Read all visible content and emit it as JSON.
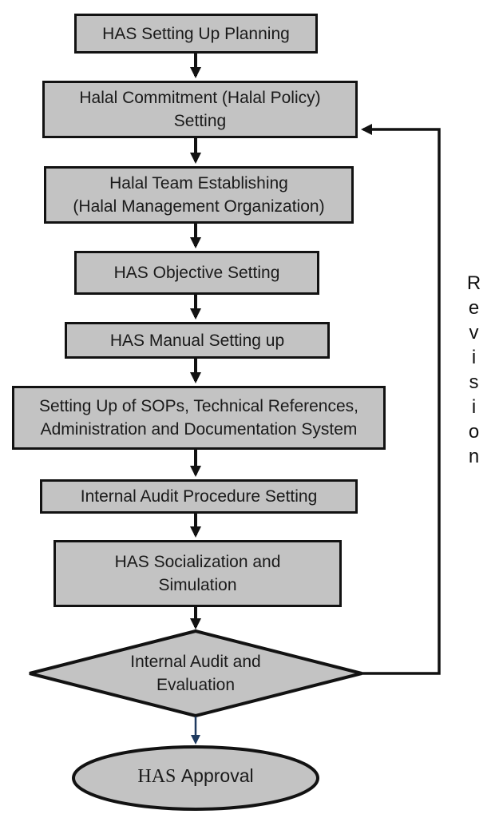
{
  "flowchart": {
    "title": "HAS flowchart",
    "colors": {
      "node_fill": "#c3c3c3",
      "node_border": "#121212",
      "arrow_black": "#121212",
      "arrow_navy": "#1f3a5f",
      "background": "#ffffff"
    },
    "nodes": {
      "planning": {
        "line1": "HAS Setting Up Planning"
      },
      "commitment": {
        "line1": "Halal Commitment (Halal Policy)",
        "line2": "Setting"
      },
      "team": {
        "line1": "Halal Team Establishing",
        "line2": "(Halal Management Organization)"
      },
      "objective": {
        "line1": "HAS Objective Setting"
      },
      "manual": {
        "line1": "HAS Manual Setting up"
      },
      "sops": {
        "line1": "Setting Up of SOPs, Technical References,",
        "line2": "Administration and Documentation System"
      },
      "audit_procedure": {
        "line1": "Internal Audit Procedure Setting"
      },
      "socialization": {
        "line1": "HAS Socialization and",
        "line2": "Simulation"
      },
      "audit_evaluation": {
        "line1": "Internal Audit and",
        "line2": "Evaluation"
      },
      "approval": {
        "word_serif": "HAS",
        "word_sans": "Approval"
      }
    },
    "revision_label": "Revision"
  }
}
